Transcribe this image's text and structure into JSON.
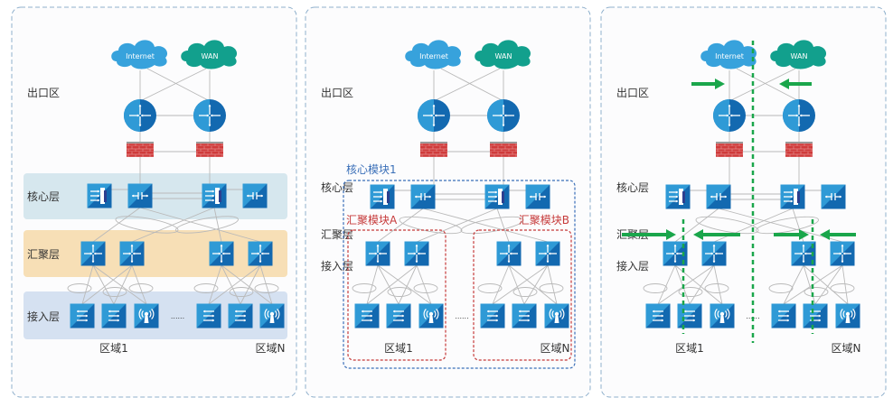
{
  "colors": {
    "panel_border": "#8fb0cc",
    "panel_bg": "#fcfcfd",
    "core_band": "#d6e7ee",
    "agg_band": "#f7dfb6",
    "access_band": "#d5e1f1",
    "device_light": "#2f9ad6",
    "device_dark": "#1369b0",
    "cloud_internet": "#37a2dc",
    "cloud_wan": "#12a08d",
    "firewall": "#cf3b3b",
    "link": "#b9b9b9",
    "core_module_border": "#3a6fb8",
    "agg_module_border": "#c63a3a",
    "divider_green": "#1aa64b",
    "arrow_green": "#1aa64b",
    "label_text": "#333333",
    "core_module_text": "#3a6fb8",
    "agg_module_text": "#c63a3a"
  },
  "clouds": {
    "internet": "Internet",
    "wan": "WAN"
  },
  "layers": {
    "egress": "出口区",
    "core": "核心层",
    "aggregation": "汇聚层",
    "access": "接入层"
  },
  "areas": {
    "first": "区域1",
    "last": "区域N",
    "ellipsis": "......"
  },
  "modules": {
    "core": "核心模块1",
    "agg_a": "汇聚模块A",
    "agg_b": "汇聚模块B"
  },
  "panels": [
    {
      "id": "layered",
      "style": "bands"
    },
    {
      "id": "modular",
      "style": "modules"
    },
    {
      "id": "isolated",
      "style": "dividers"
    }
  ]
}
